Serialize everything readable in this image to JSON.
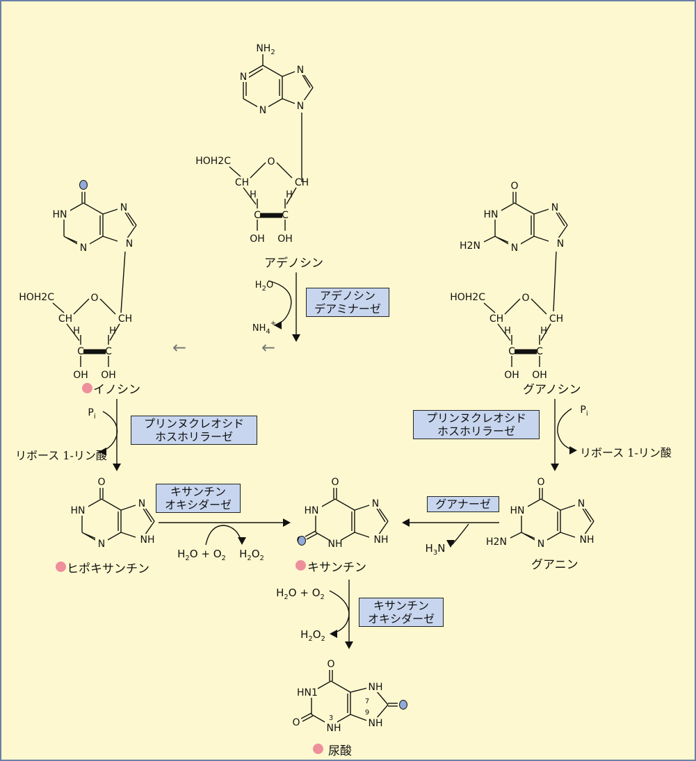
{
  "colors": {
    "background": "#fdf8cf",
    "enzyme_box": "#c7d5ee",
    "pink_dot": "#ee8f9c",
    "blue_dot": "#93a9d6",
    "border": "#6b80a8"
  },
  "compounds": {
    "adenosine": "アデノシン",
    "inosine": "イノシン",
    "guanosine": "グアノシン",
    "hypoxanthine": "ヒポキサンチン",
    "xanthine": "キサンチン",
    "guanine": "グアニン",
    "uric_acid": "尿酸"
  },
  "enzymes": {
    "adenosine_deaminase": [
      "アデノシン",
      "デアミナーゼ"
    ],
    "pnp_left": [
      "プリンヌクレオシド",
      "ホスホリラーゼ"
    ],
    "pnp_right": [
      "プリンヌクレオシド",
      "ホスホリラーゼ"
    ],
    "xanthine_oxidase_1": [
      "キサンチン",
      "オキシダーゼ"
    ],
    "guanase": "グアナーゼ",
    "xanthine_oxidase_2": [
      "キサンチン",
      "オキシダーゼ"
    ]
  },
  "reagents": {
    "ribose_phosphate_left": "リボース 1-リン酸",
    "ribose_phosphate_right": "リボース 1-リン酸"
  },
  "atoms": {
    "NH2": "NH2",
    "H2N": "H2N",
    "N": "N",
    "HN": "HN",
    "NH": "NH",
    "O": "O",
    "HOH2C": "HOH2C",
    "CH": "CH",
    "H": "H",
    "C": "C",
    "OH": "OH",
    "HN1": "HN1",
    "label3": "3",
    "label7": "7",
    "label9": "9"
  },
  "arrows": {
    "left_arrow": "←"
  }
}
